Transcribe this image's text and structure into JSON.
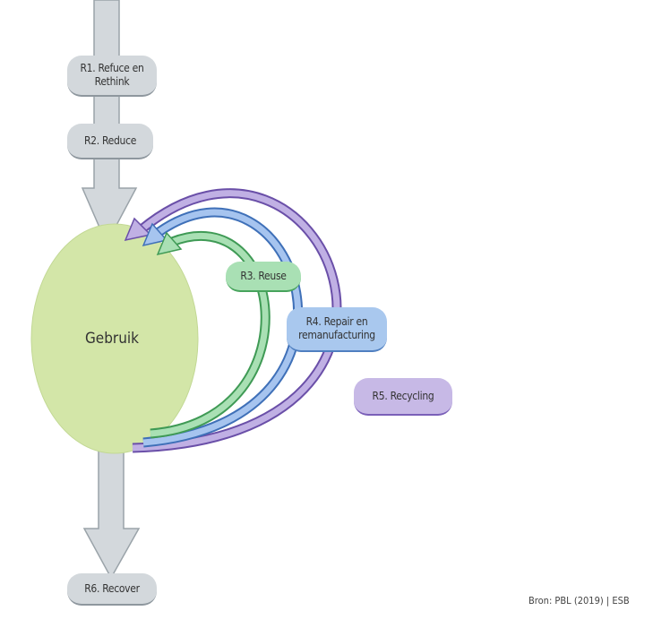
{
  "center": "Gebruik",
  "steps": {
    "r1": "R1. Refuce en Rethink",
    "r2": "R2. Reduce",
    "r3": "R3. Reuse",
    "r4": "R4. Repair en remanufacturing",
    "r5": "R5. Recycling",
    "r6": "R6. Recover"
  },
  "source": "Bron: PBL (2019) | ESB",
  "colors": {
    "gray": "#d3d8dc",
    "green": "#a9e0b4",
    "blue": "#a9c8ee",
    "purple": "#c7b9e6",
    "ellipse": "#d3e6a8"
  }
}
